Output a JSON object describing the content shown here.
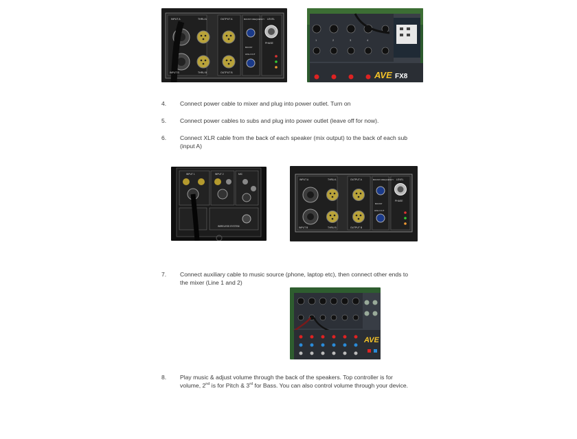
{
  "photos": {
    "sub_panel_top": {
      "labels": {
        "input_a": "INPUT A",
        "thru_a": "THRU A",
        "output_a": "OUTPUT A",
        "boost_freq": "BOOST FREQUENCY",
        "level": "LEVEL",
        "input_b": "INPUT B",
        "thru_b": "THRU B",
        "output_b": "OUTPUT B",
        "phase": "PHASE",
        "high_cut": "HIGH CUT",
        "boost": "BOOST"
      }
    },
    "mixer_top": {
      "brand": "AVE",
      "model": "FX8"
    },
    "speaker_back": {
      "labels": {
        "input1": "INPUT 1",
        "input2": "INPUT 2",
        "mic": "MIC",
        "wireless": "WIRELESS SYSTEM"
      }
    },
    "sub_panel_mid": {
      "labels": {
        "input_a": "INPUT A",
        "thru_a": "THRU A",
        "output_a": "OUTPUT A",
        "boost_freq": "BOOST FREQUENCY",
        "level": "LEVEL",
        "input_b": "INPUT B",
        "thru_b": "THRU B",
        "output_b": "OUTPUT B",
        "phase": "PHASE",
        "high_cut": "HIGH CUT",
        "boost": "BOOST"
      }
    },
    "mixer_bottom": {
      "brand": "AVE"
    }
  },
  "steps": [
    {
      "number": "4.",
      "lines": [
        "Connect power cable to mixer and plug into power outlet. Turn on"
      ]
    },
    {
      "number": "5.",
      "lines": [
        "Connect power cables to subs and plug into power outlet (leave off for now)."
      ]
    },
    {
      "number": "6.",
      "lines": [
        "Connect XLR cable from the back of each speaker (mix output) to the back of each sub",
        "(input A)"
      ]
    },
    {
      "number": "7.",
      "lines": [
        "Connect auxiliary cable to music source (phone, laptop etc), then connect other ends to",
        "the mixer (Line 1 and 2)"
      ]
    },
    {
      "number": "8.",
      "line1": "Play music & adjust volume through the back of the speakers. Top controller is for",
      "line2_a": "volume, 2",
      "line2_sup1": "nd",
      "line2_b": " is for Pitch & 3",
      "line2_sup2": "rd",
      "line2_c": " for Bass. You can also control volume through your device."
    }
  ]
}
